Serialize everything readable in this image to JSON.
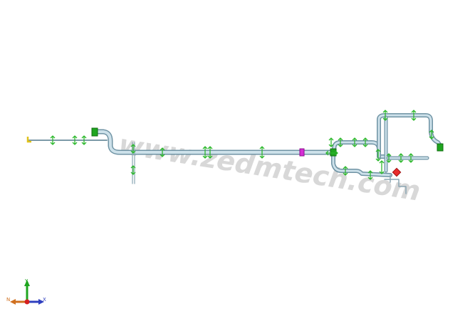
{
  "watermark": "www.zedmtech.com",
  "axes": {
    "x": "X",
    "y": "Y",
    "n": "N"
  },
  "colors": {
    "background": "#ffffff",
    "pipe": "#b9d2dc",
    "pipe_edge": "#6f93a4",
    "support": "#2db82d",
    "flange": "#1fa51f",
    "valve": "#d42cd4",
    "red_fitting": "#e82c2c",
    "end_cap": "#e0c21a",
    "watermark": "#cfcfcf"
  },
  "icons": {
    "pipeline": "pipe-run",
    "support": "support-arrow-icon",
    "valve": "valve-icon",
    "flange": "flange-icon",
    "triad": "axis-triad-icon"
  }
}
